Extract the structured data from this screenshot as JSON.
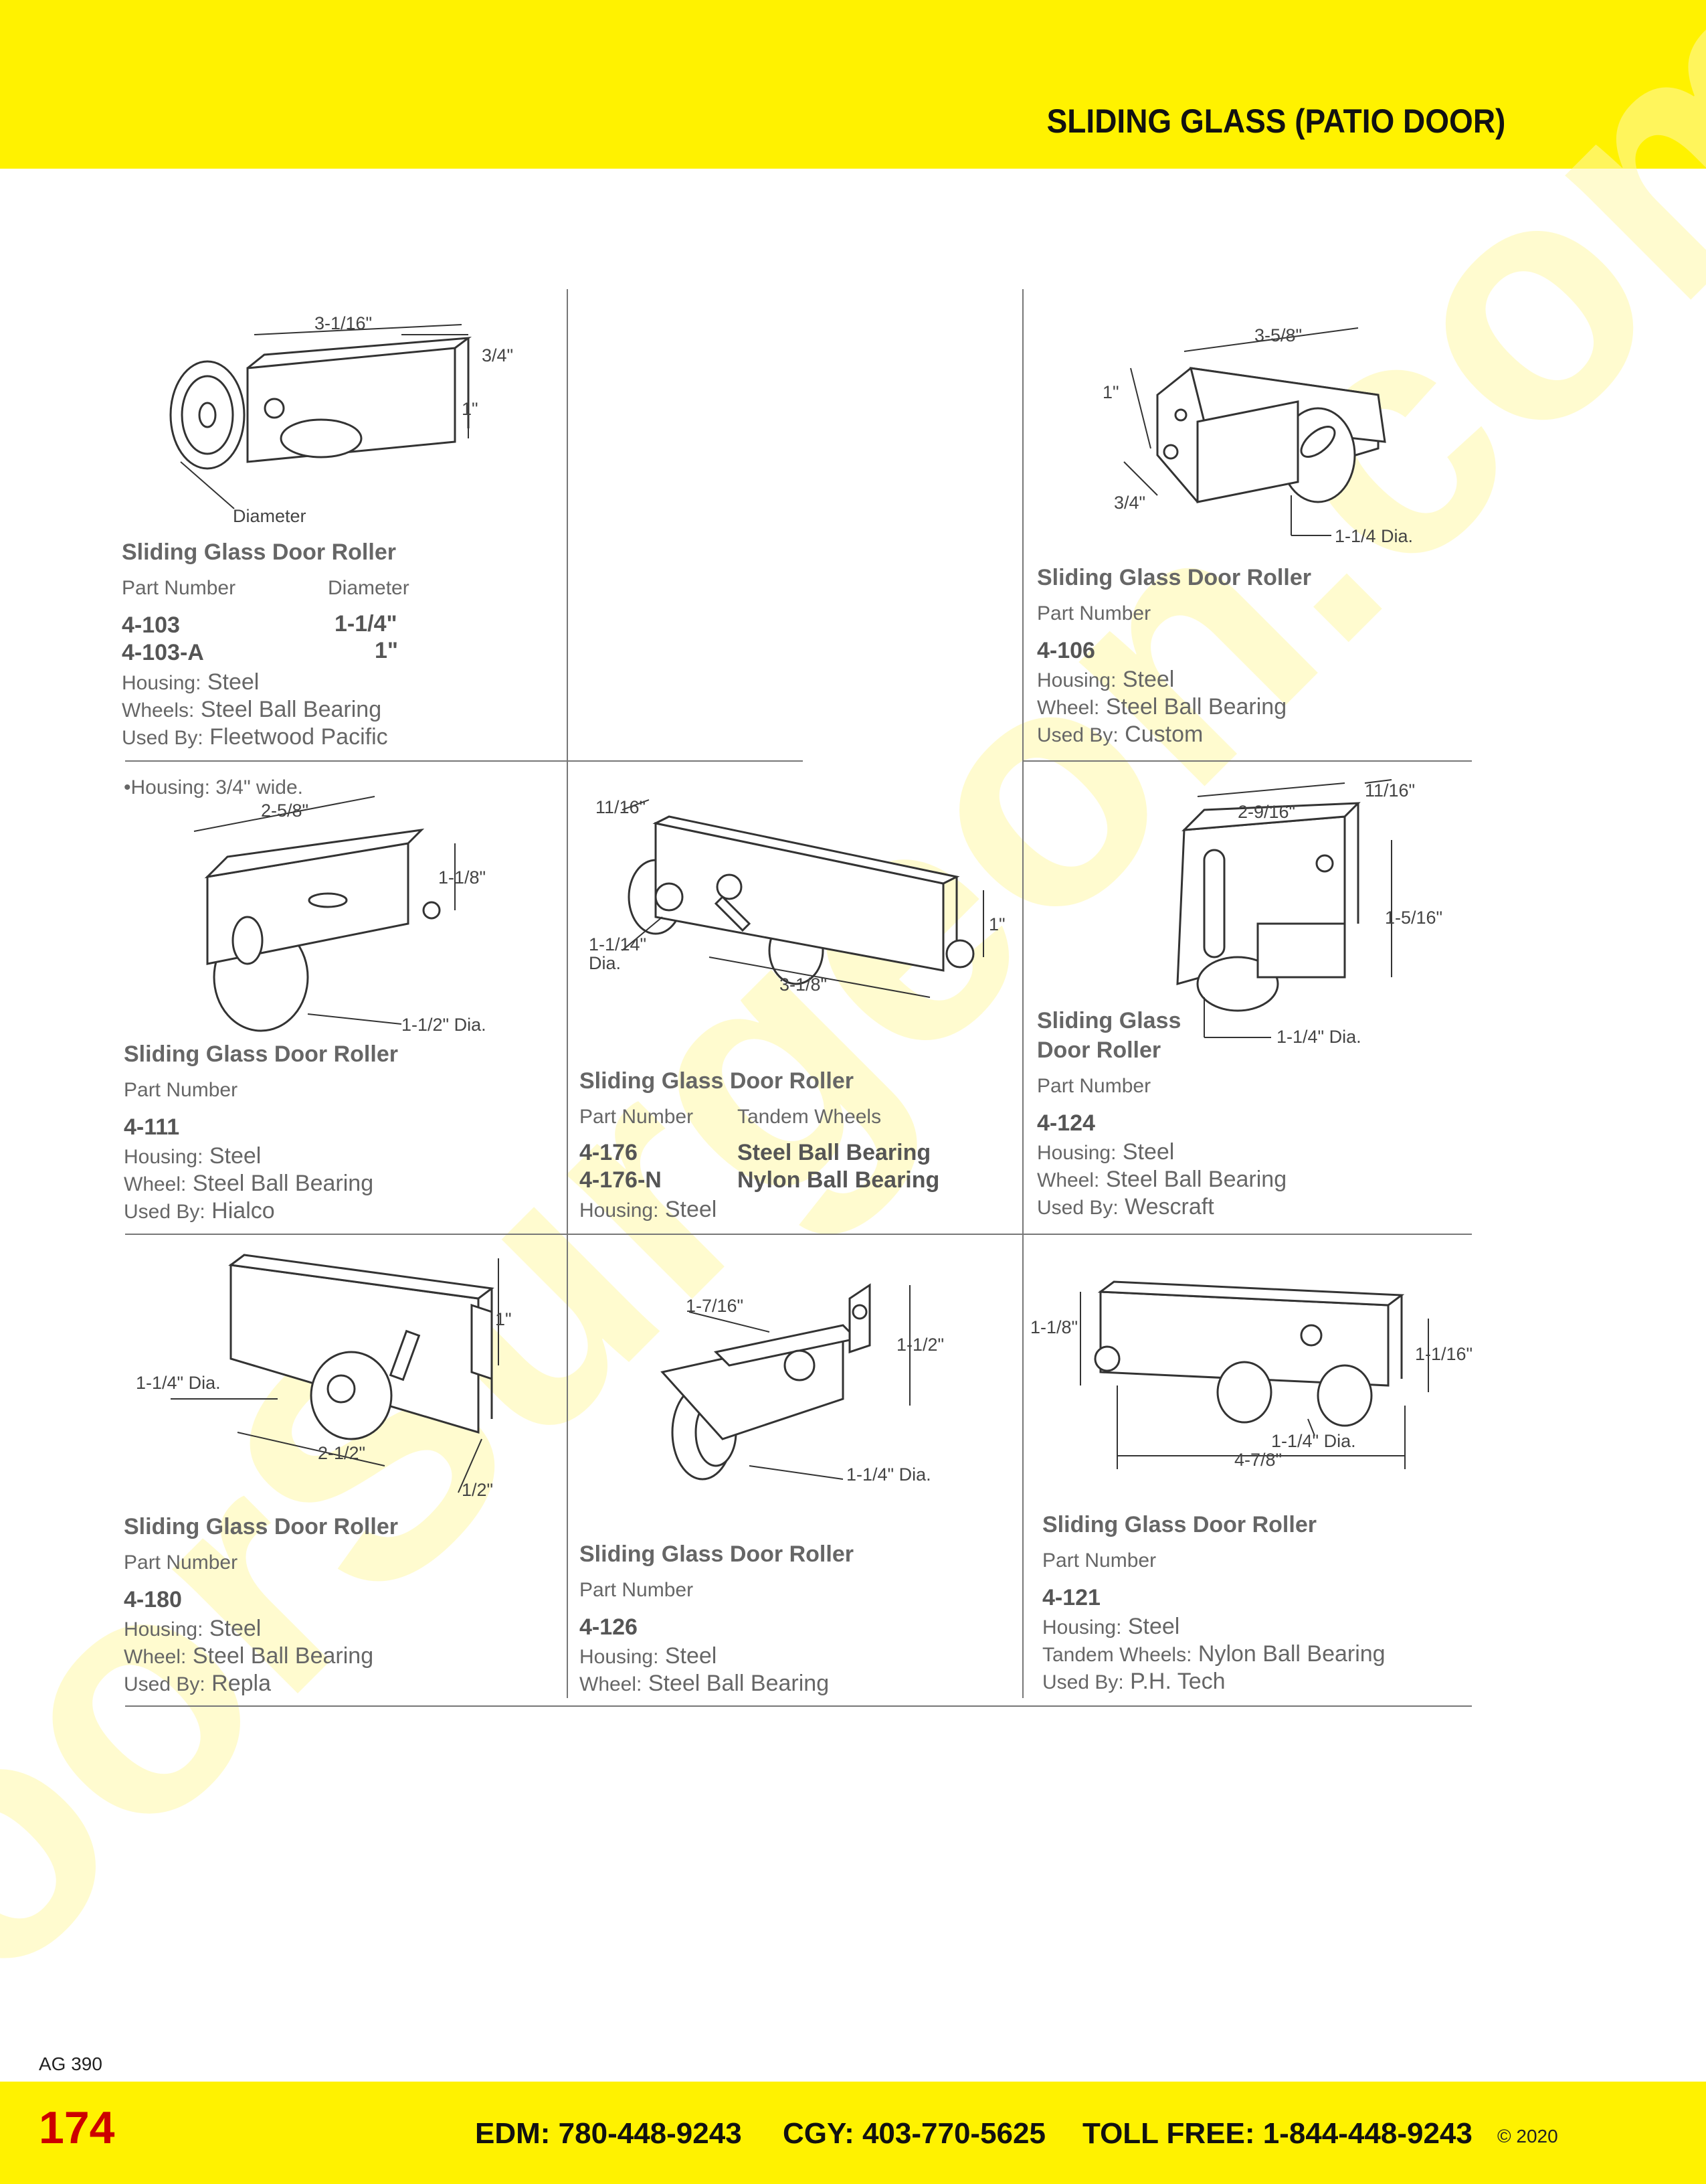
{
  "header": {
    "section_title": "SLIDING GLASS (PATIO DOOR)"
  },
  "watermark": {
    "text": "DoorSurgeon.com"
  },
  "items": [
    {
      "title": "Sliding Glass Door Roller",
      "dims": [
        "3-1/16\"",
        "3/4\"",
        "1\"",
        "Diameter"
      ],
      "part_header": "Part Number",
      "col2_header": "Diameter",
      "rows": [
        {
          "pn": "4-103",
          "val": "1-1/4\""
        },
        {
          "pn": "4-103-A",
          "val": "1\""
        }
      ],
      "housing_k": "Housing:",
      "housing_v": "Steel",
      "wheels_k": "Wheels:",
      "wheels_v": "Steel Ball Bearing",
      "used_k": "Used By:",
      "used_v": "Fleetwood Pacific"
    },
    {
      "title": "Sliding Glass Door Roller",
      "dims": [
        "3-5/8\"",
        "1\"",
        "3/4\"",
        "1-1/4 Dia."
      ],
      "part_header": "Part Number",
      "pn": "4-106",
      "housing_k": "Housing:",
      "housing_v": "Steel",
      "wheel_k": "Wheel:",
      "wheel_v": "Steel Ball Bearing",
      "used_k": "Used By:",
      "used_v": "Custom"
    },
    {
      "note": "•Housing: 3/4\" wide.",
      "title": "Sliding Glass Door Roller",
      "dims": [
        "2-5/8\"",
        "1-1/8\"",
        "1-1/2\" Dia."
      ],
      "part_header": "Part Number",
      "pn": "4-111",
      "housing_k": "Housing:",
      "housing_v": "Steel",
      "wheel_k": "Wheel:",
      "wheel_v": "Steel Ball Bearing",
      "used_k": "Used By:",
      "used_v": "Hialco"
    },
    {
      "title": "Sliding Glass Door Roller",
      "dims": [
        "11/16\"",
        "1\"",
        "1-1/14\"",
        "Dia.",
        "3-1/8\""
      ],
      "part_header": "Part Number",
      "col2_header": "Tandem Wheels",
      "rows": [
        {
          "pn": "4-176",
          "val": "Steel Ball Bearing"
        },
        {
          "pn": "4-176-N",
          "val": "Nylon Ball Bearing"
        }
      ],
      "housing_k": "Housing:",
      "housing_v": "Steel"
    },
    {
      "title_l1": "Sliding Glass",
      "title_l2": "Door Roller",
      "dims": [
        "2-9/16\"",
        "11/16\"",
        "1-5/16\"",
        "1-1/4\" Dia."
      ],
      "part_header": "Part Number",
      "pn": "4-124",
      "housing_k": "Housing:",
      "housing_v": "Steel",
      "wheel_k": "Wheel:",
      "wheel_v": "Steel Ball Bearing",
      "used_k": "Used By:",
      "used_v": "Wescraft"
    },
    {
      "title": "Sliding Glass Door Roller",
      "dims": [
        "1\"",
        "1-1/4\" Dia.",
        "2-1/2\"",
        "1/2\""
      ],
      "part_header": "Part Number",
      "pn": "4-180",
      "housing_k": "Housing:",
      "housing_v": "Steel",
      "wheel_k": "Wheel:",
      "wheel_v": "Steel Ball Bearing",
      "used_k": "Used By:",
      "used_v": "Repla"
    },
    {
      "title": "Sliding Glass Door Roller",
      "dims": [
        "1-7/16\"",
        "1-1/2\"",
        "1-1/4\" Dia."
      ],
      "part_header": "Part Number",
      "pn": "4-126",
      "housing_k": "Housing:",
      "housing_v": "Steel",
      "wheel_k": "Wheel:",
      "wheel_v": "Steel Ball Bearing"
    },
    {
      "title": "Sliding Glass Door Roller",
      "dims": [
        "1-1/8\"",
        "1-1/16\"",
        "1-1/4\" Dia.",
        "4-7/8\""
      ],
      "part_header": "Part Number",
      "pn": "4-121",
      "housing_k": "Housing:",
      "housing_v": "Steel",
      "wheel_k": "Tandem Wheels:",
      "wheel_v": "Nylon Ball Bearing",
      "used_k": "Used By:",
      "used_v": "P.H. Tech"
    }
  ],
  "footer": {
    "catalog_code": "AG 390",
    "page_number": "174",
    "edm": "EDM: 780-448-9243",
    "cgy": "CGY: 403-770-5625",
    "toll_free": "TOLL FREE: 1-844-448-9243",
    "copyright": "© 2020"
  }
}
